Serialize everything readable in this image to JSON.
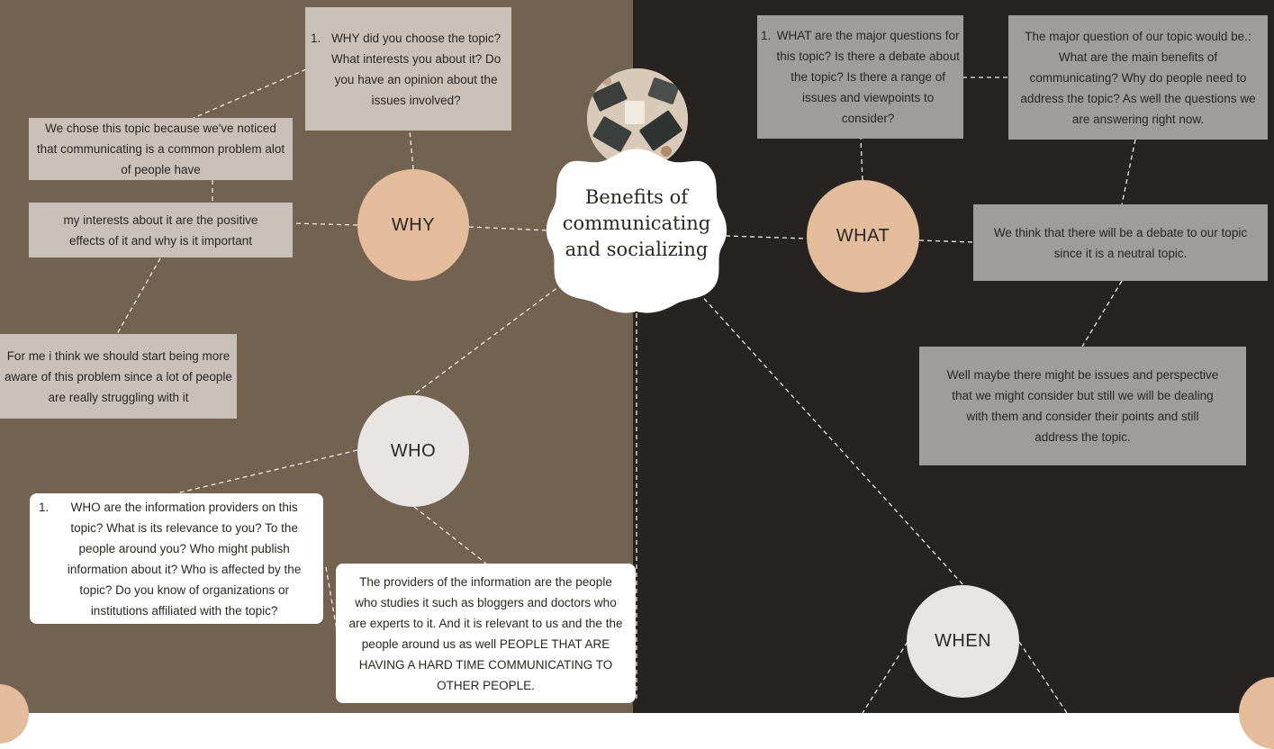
{
  "center": {
    "title_line1": "Benefits of",
    "title_line2": "communicating",
    "title_line3": "and socializing",
    "photo": "laptops-workspace-photo"
  },
  "nodes": {
    "why": "WHY",
    "what": "WHAT",
    "who": "WHO",
    "when": "WHEN"
  },
  "why": {
    "question": "WHY did you choose the topic? What interests you about it? Do you have an opinion about the issues involved?",
    "question_number": "1.",
    "answer1": "We chose this topic because we've noticed that communicating is a common problem alot of people have",
    "answer2": "my interests about  it are the positive effects of it and why is it important",
    "answer3": "For  me i think we should start being more aware of this problem since a lot of people are really struggling with it"
  },
  "what": {
    "question": "WHAT are the major questions for this topic? Is there a debate about the topic? Is there a range of issues and viewpoints to consider?",
    "question_number": "1.",
    "answer1": "The major question of  our topic would be.: What are the main benefits of communicating?  Why do people need to address the topic? As well the questions we are answering right now.",
    "answer2": "We think that there will be a debate to our topic  since it is a neutral topic.",
    "answer3": "Well maybe there might be issues and perspective that we might consider but still we will be dealing with them and consider their points and still address the topic."
  },
  "who": {
    "question": "WHO are the information providers on this topic? What is its relevance to you? To the people around you? Who might publish information about it? Who is affected by the topic? Do you know of organizations or institutions affiliated with the topic?",
    "question_number": "1.",
    "answer1": "The providers of the information are the people who studies it such as bloggers and doctors who are experts to it.  And it is relevant to us and the the people around us as well PEOPLE THAT ARE HAVING A HARD TIME COMMUNICATING TO OTHER PEOPLE."
  },
  "colors": {
    "left_bg": "#746251",
    "right_bg": "#272322",
    "peach": "#e3bc9b",
    "light_circle": "#e8e4e3",
    "tan_box": "#c9c0b9",
    "grey_box": "#9e9d9a"
  }
}
